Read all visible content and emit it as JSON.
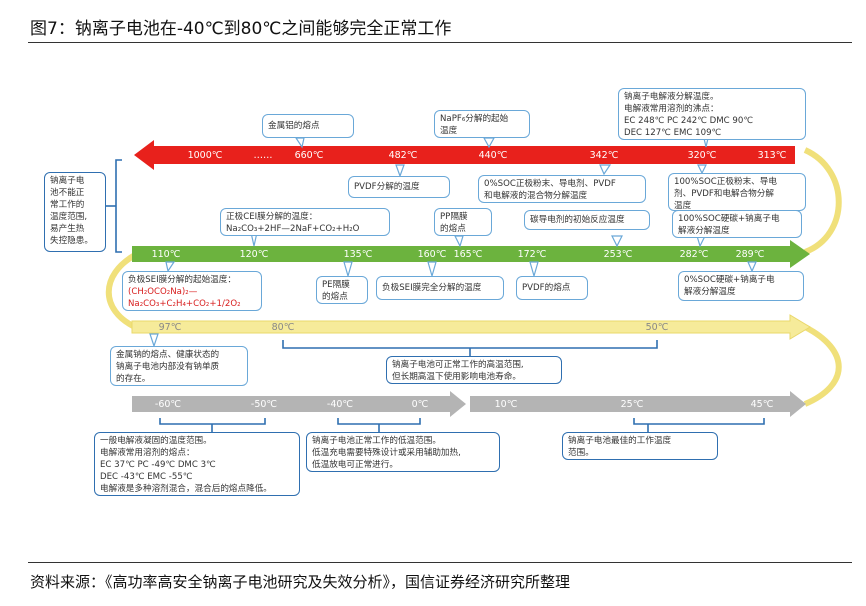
{
  "title": "图7：钠离子电池在-40℃到80℃之间能够完全正常工作",
  "source": "资料来源：《高功率高安全钠离子电池研究及失效分析》，国信证券经济研究所整理",
  "colors": {
    "red_arrow": "#e8211c",
    "green_arrow": "#6cb33e",
    "yellow_arrow": "#f6eb9a",
    "gray_arrow": "#b4b4b4",
    "box_border": "#6aa8d8",
    "bracket": "#2f6fb0"
  },
  "red_row": {
    "labels": [
      "1000℃",
      "……",
      "660℃",
      "482℃",
      "440℃",
      "342℃",
      "320℃",
      "313℃"
    ]
  },
  "green_row": {
    "labels": [
      "110℃",
      "120℃",
      "135℃",
      "160℃",
      "165℃",
      "172℃",
      "253℃",
      "282℃",
      "289℃"
    ]
  },
  "yellow_row": {
    "labels": [
      "97℃",
      "80℃",
      "50℃"
    ]
  },
  "gray_row": {
    "labels": [
      "-60℃",
      "-50℃",
      "-40℃",
      "0℃",
      "10℃",
      "25℃",
      "45℃"
    ]
  },
  "boxes": {
    "aluminum": "金属铝的熔点",
    "napf6": [
      "NaPF₆分解的起始",
      "温度"
    ],
    "electrolyte_decomp": [
      "钠离子电解液分解温度。",
      "电解液常用溶剂的沸点：",
      "EC  248℃ PC   242℃ DMC 90℃",
      "DEC 127℃ EMC 109℃"
    ],
    "side_note": [
      "钠离子电",
      "池不能正",
      "常工作的",
      "温度范围,",
      "易产生热",
      "失控隐患。"
    ],
    "pvdf_decomp": "PVDF分解的温度",
    "soc0_cathode": [
      "0%SOC正极粉末、导电剂、PVDF",
      "和电解液的混合物分解温度"
    ],
    "soc100_cathode": [
      "100%SOC正极粉末、导电",
      "剂、PVDF和电解合物分解",
      "温度"
    ],
    "cathode_cei": [
      "正极CEI膜分解的温度：",
      "Na₂CO₃+2HF—2NaF+CO₂+H₂O"
    ],
    "pp_melt": [
      "PP隔膜",
      "的熔点"
    ],
    "conductive": "碳导电剂的初始反应温度",
    "soc100_anode": [
      "100%SOC硬碳+钠离子电",
      "解液分解温度"
    ],
    "anode_sei_start": [
      "负极SEI膜分解的起始温度：",
      "(CH₂OCO₂Na)₂—",
      "Na₂CO₃+C₂H₄+CO₂+1/2O₂"
    ],
    "pe_melt": [
      "PE隔膜",
      "的熔点"
    ],
    "anode_sei_full": "负极SEI膜完全分解的温度",
    "pvdf_melt": "PVDF的熔点",
    "soc0_anode": [
      "0%SOC硬碳+钠离子电",
      "解液分解温度"
    ],
    "sodium_melt": [
      "金属钠的熔点、健康状态的",
      "钠离子电池内部没有钠单质",
      "的存在。"
    ],
    "high_range": [
      "钠离子电池可正常工作的高温范围,",
      "但长期高温下使用影响电池寿命。"
    ],
    "freeze": [
      "一般电解液凝固的温度范围。",
      "电解液常用溶剂的熔点：",
      "EC    37℃  PC    -49℃    DMC 3℃",
      "DEC -43℃    EMC -55℃",
      "电解液是多种溶剂混合，混合后的熔点降低。"
    ],
    "low_range": [
      "钠离子电池正常工作的低温范围。",
      "低温充电需要特殊设计或采用辅助加热,",
      "低温放电可正常进行。"
    ],
    "best_range": [
      "钠离子电池最佳的工作温度",
      "范围。"
    ]
  }
}
